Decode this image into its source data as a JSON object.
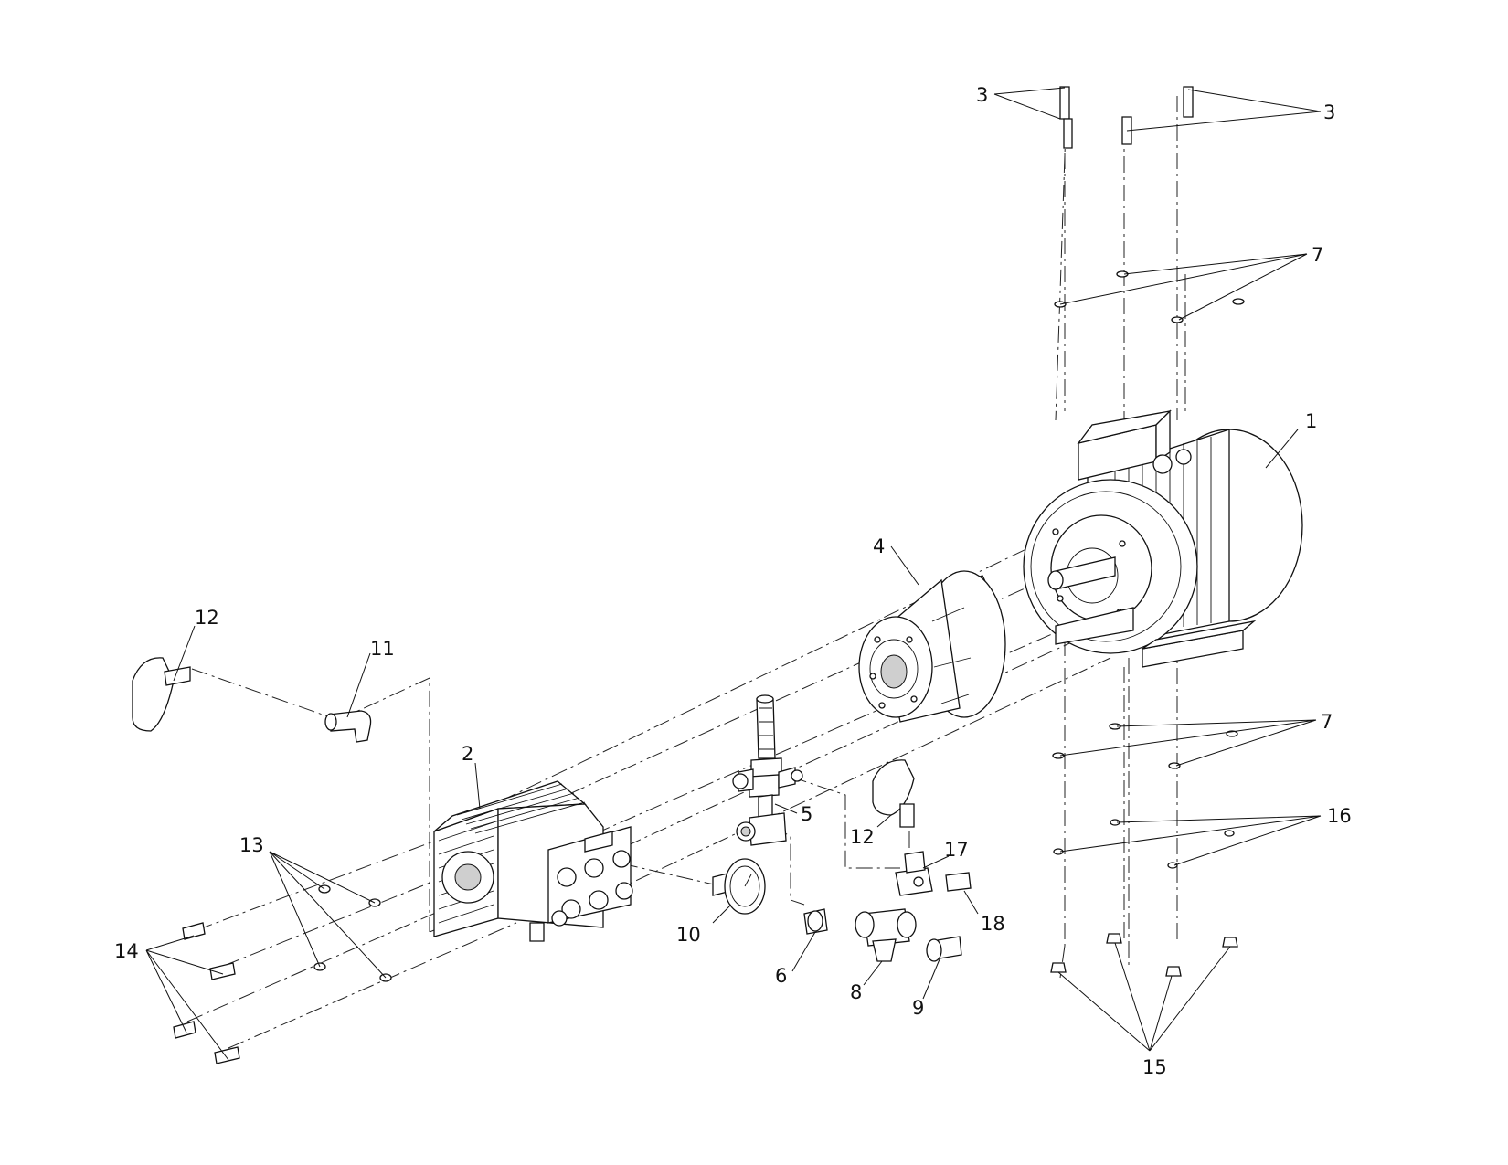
{
  "callouts": {
    "c1": "1",
    "c2": "2",
    "c3a": "3",
    "c3b": "3",
    "c4": "4",
    "c5": "5",
    "c6": "6",
    "c7a": "7",
    "c7b": "7",
    "c8": "8",
    "c9": "9",
    "c10": "10",
    "c11": "11",
    "c12a": "12",
    "c12b": "12",
    "c13": "13",
    "c14": "14",
    "c15": "15",
    "c16": "16",
    "c17": "17",
    "c18": "18"
  },
  "colors": {
    "line": "#111111",
    "background": "#ffffff",
    "fill_shade": "#cfcfcf"
  }
}
